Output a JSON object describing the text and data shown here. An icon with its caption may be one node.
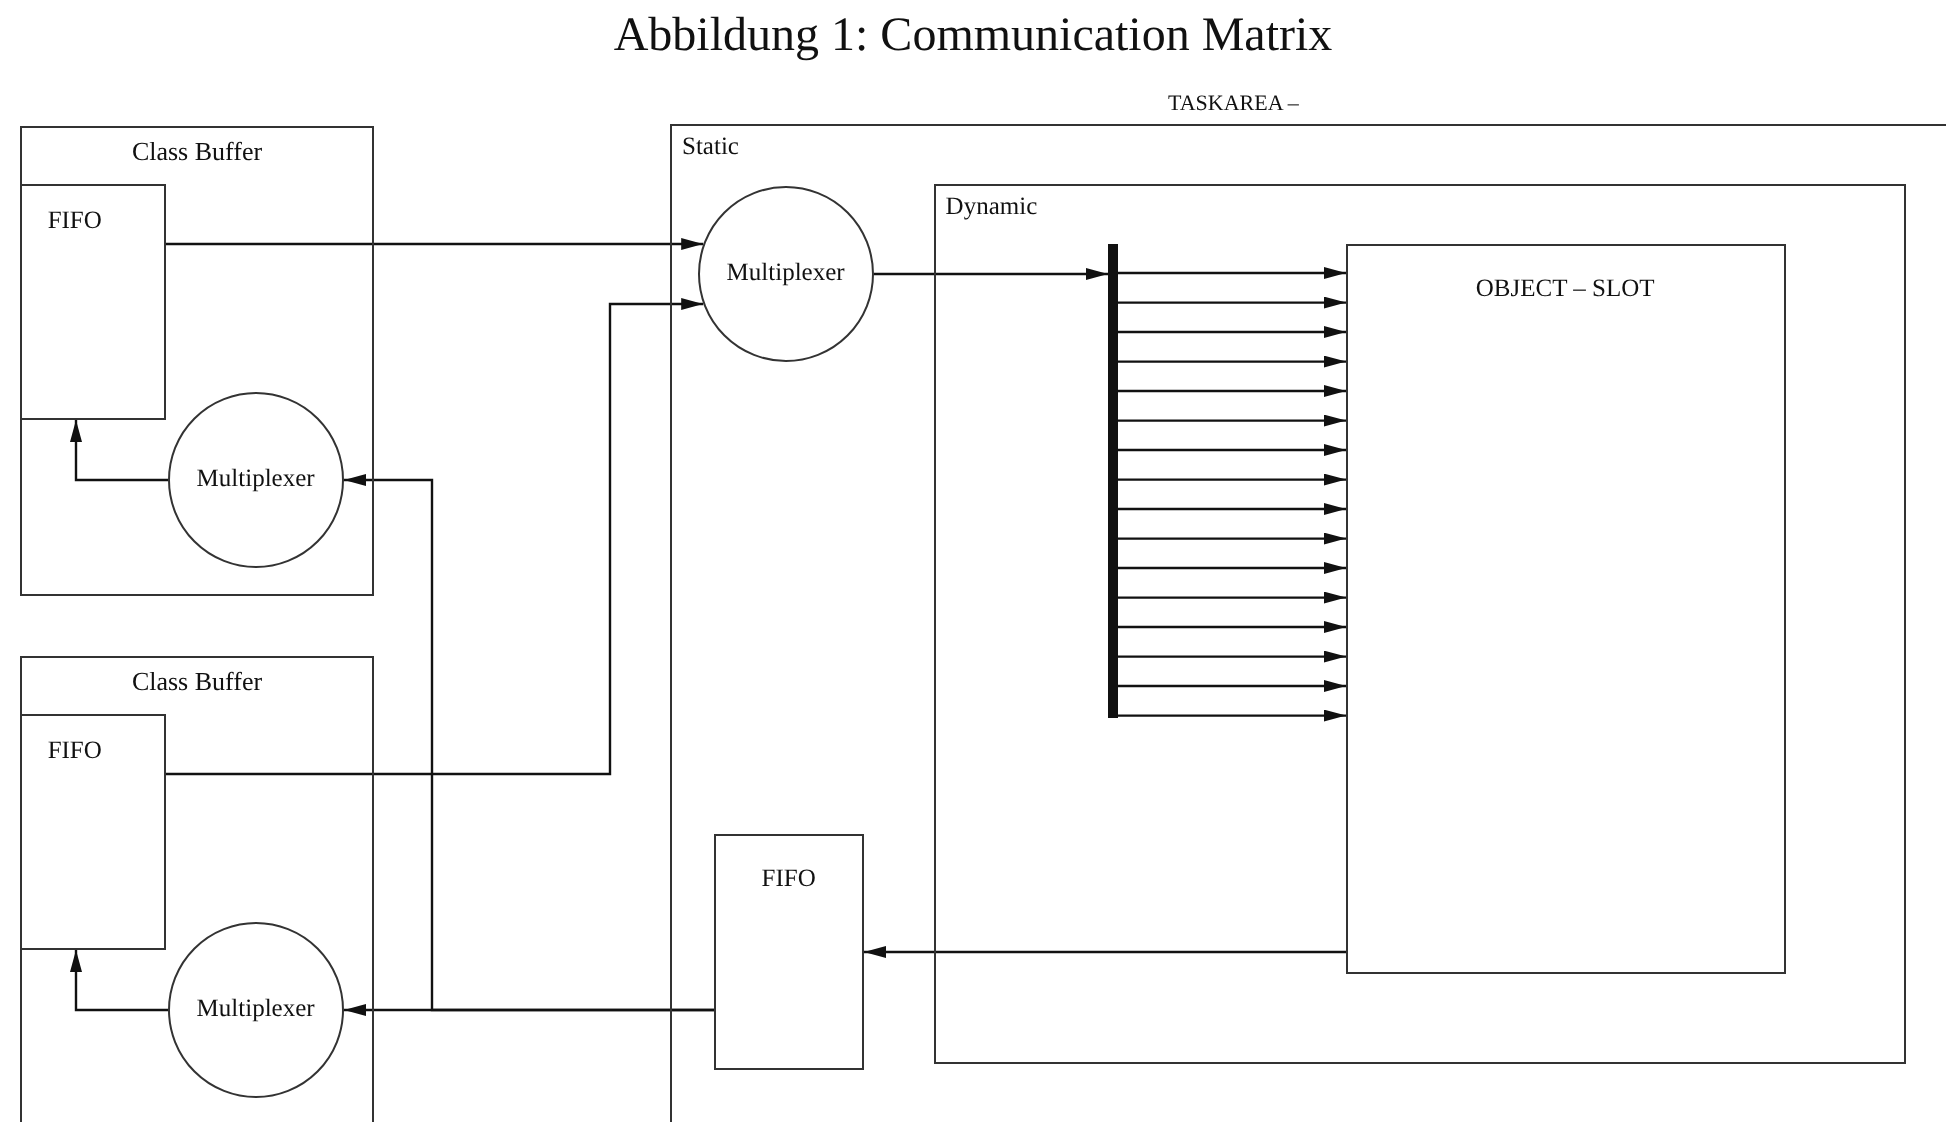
{
  "diagram": {
    "title": "Abbildung 1: Communication Matrix",
    "nodes": [
      {
        "text": [
          "Class Buffer"
        ]
      },
      {
        "text": [
          "FIFO"
        ],
        "in": 0
      },
      {
        "text": [
          "Multiplexer"
        ],
        "in": 0
      },
      {
        "text": [
          "Class Buffer"
        ]
      },
      {
        "text": [
          "FIFO"
        ],
        "in": 3
      },
      {
        "text": [
          "Multiplexer"
        ],
        "in": 3
      },
      {
        "text": [
          "Static"
        ]
      },
      {
        "text": [
          "Multiplexer"
        ],
        "in": 6
      },
      {
        "text": [
          "Dynamic"
        ],
        "in": 6
      },
      {
        "text": [],
        "shape": "bar",
        "in": 8
      },
      {
        "text": [
          "OBJECT – SLOT"
        ],
        "in": 8
      },
      {
        "text": [
          "FIFO"
        ],
        "in": 6
      }
    ],
    "edges": [
      {
        "from": 1,
        "to": 7,
        "arrow": "to"
      },
      {
        "from": 4,
        "to": 7,
        "arrow": "to"
      },
      {
        "from": 7,
        "to": 9,
        "arrow": "to"
      },
      {
        "from": 9,
        "to": 10,
        "arrow": "to"
      },
      {
        "from": 9,
        "to": 10,
        "arrow": "to"
      },
      {
        "from": 9,
        "to": 10,
        "arrow": "to"
      },
      {
        "from": 9,
        "to": 10,
        "arrow": "to"
      },
      {
        "from": 9,
        "to": 10,
        "arrow": "to"
      },
      {
        "from": 9,
        "to": 10,
        "arrow": "to"
      },
      {
        "from": 9,
        "to": 10,
        "arrow": "to"
      },
      {
        "from": 9,
        "to": 10,
        "arrow": "to"
      },
      {
        "from": 9,
        "to": 10,
        "arrow": "to"
      },
      {
        "from": 9,
        "to": 10,
        "arrow": "to"
      },
      {
        "from": 9,
        "to": 10,
        "arrow": "to"
      },
      {
        "from": 9,
        "to": 10,
        "arrow": "to"
      },
      {
        "from": 9,
        "to": 10,
        "arrow": "to"
      },
      {
        "from": 9,
        "to": 10,
        "arrow": "to"
      },
      {
        "from": 9,
        "to": 10,
        "arrow": "to"
      },
      {
        "from": 9,
        "to": 10,
        "arrow": "to"
      },
      {
        "from": 10,
        "to": 11,
        "arrow": "to"
      },
      {
        "from": 11,
        "to": 5,
        "arrow": "to"
      },
      {
        "from": 11,
        "to": 2,
        "arrow": "to"
      },
      {
        "from": 2,
        "to": 1,
        "arrow": "to"
      },
      {
        "from": 5,
        "to": 4,
        "arrow": "to"
      }
    ],
    "labels": [
      "TASKAREA –"
    ]
  }
}
